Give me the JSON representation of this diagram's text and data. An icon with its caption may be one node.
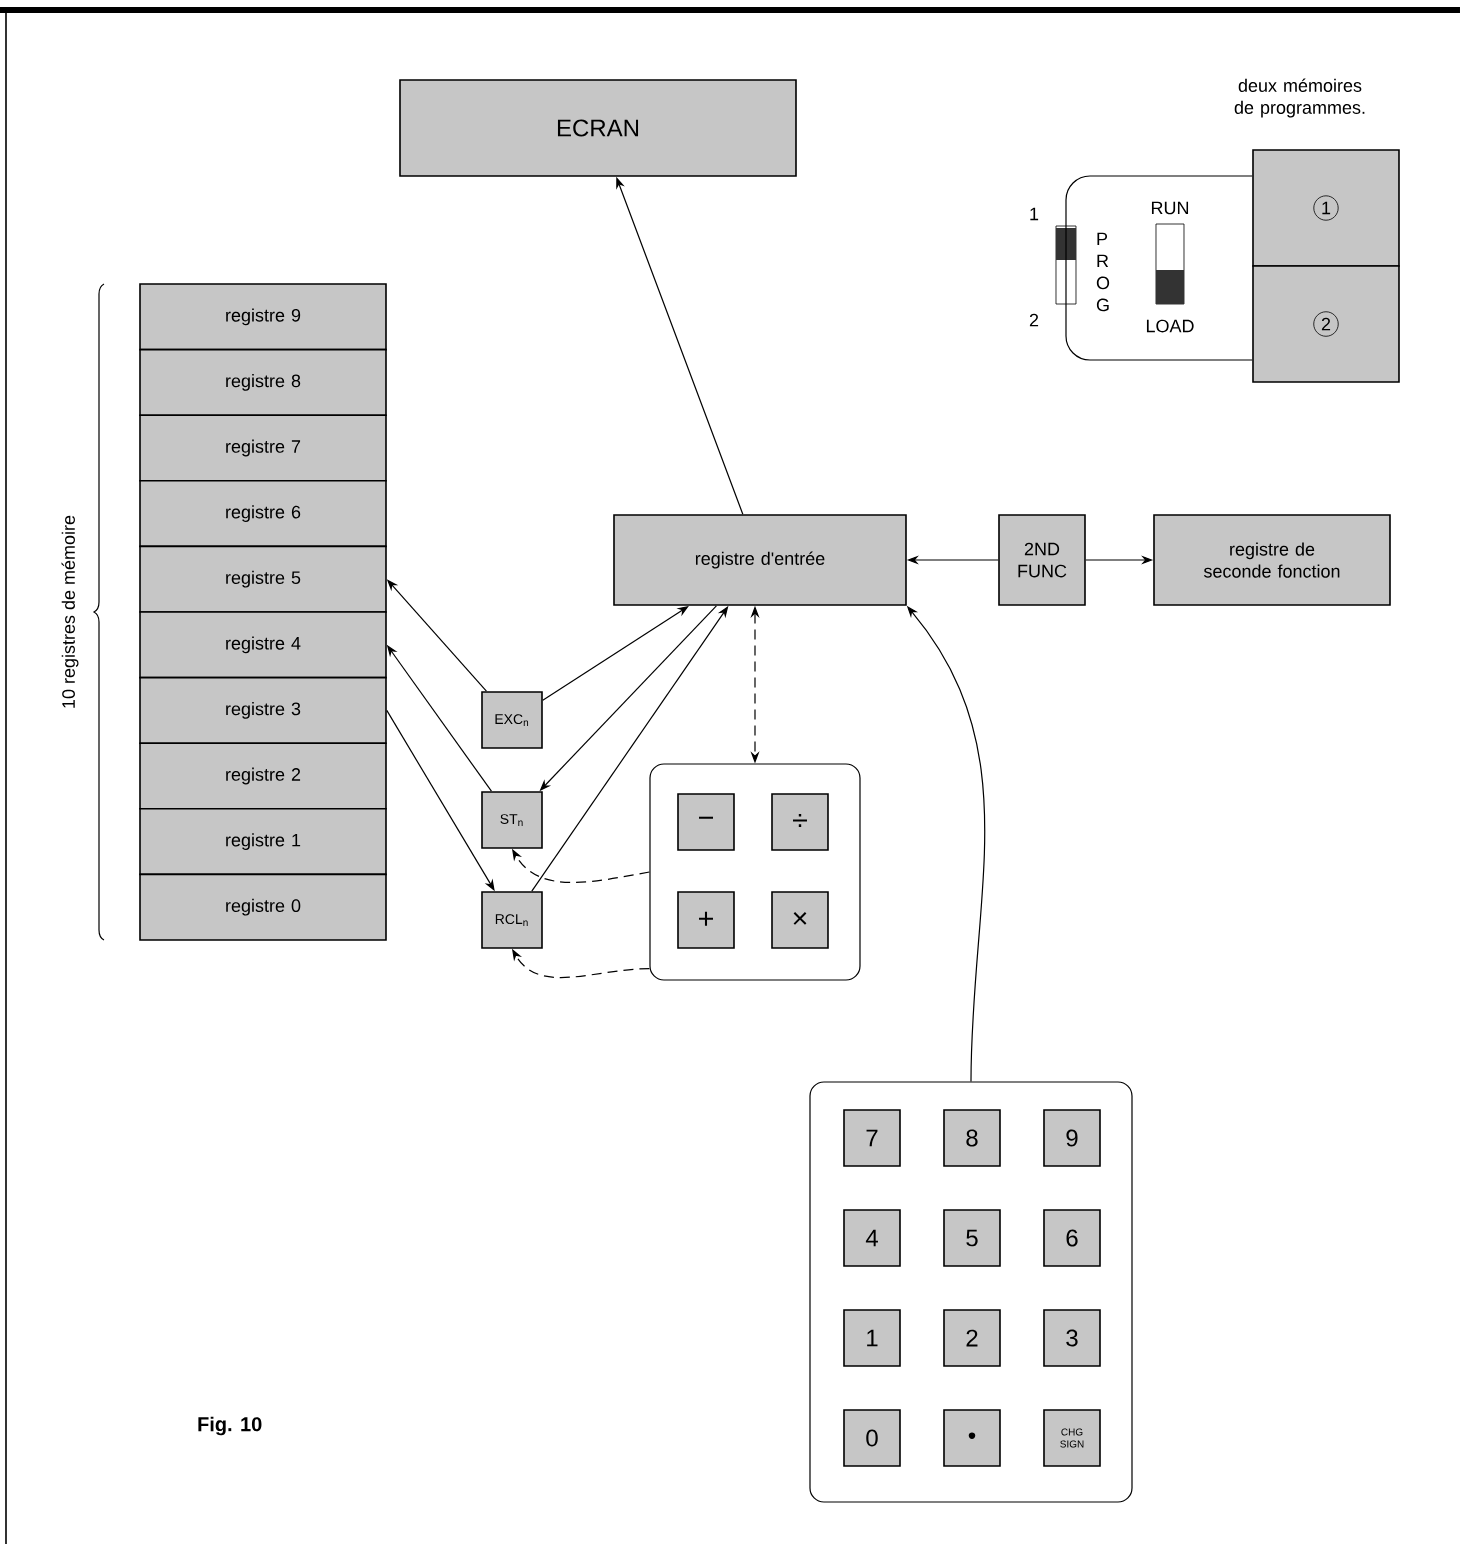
{
  "diagram": {
    "caption": "Fig. 10",
    "nodes": [
      {
        "text": [
          "ECRAN"
        ]
      },
      {
        "text": [
          "1"
        ]
      },
      {
        "text": [
          "2"
        ]
      },
      {
        "text": [
          "registre 9"
        ]
      },
      {
        "text": [
          "registre 8"
        ]
      },
      {
        "text": [
          "registre 7"
        ]
      },
      {
        "text": [
          "registre 6"
        ]
      },
      {
        "text": [
          "registre 5"
        ]
      },
      {
        "text": [
          "registre 4"
        ]
      },
      {
        "text": [
          "registre 3"
        ]
      },
      {
        "text": [
          "registre 2"
        ]
      },
      {
        "text": [
          "registre 1"
        ]
      },
      {
        "text": [
          "registre 0"
        ]
      },
      {
        "text": [
          "registre d'entrée"
        ]
      },
      {
        "text": [
          "2ND FUNC"
        ]
      },
      {
        "text": [
          "registre de seconde fonction"
        ]
      },
      {
        "text": [
          "EXC$_{n}$"
        ]
      },
      {
        "text": [
          "ST$_{n}$"
        ]
      },
      {
        "text": [
          "RCL$_{n}$"
        ]
      },
      {
        "text": [],
        "shape": "box"
      },
      {
        "text": [
          "−"
        ],
        "in": 19
      },
      {
        "text": [
          "÷"
        ],
        "in": 19
      },
      {
        "text": [
          "+"
        ],
        "in": 19
      },
      {
        "text": [
          "×"
        ],
        "in": 19
      },
      {
        "text": [],
        "shape": "box"
      },
      {
        "text": [
          "7"
        ],
        "in": 24
      },
      {
        "text": [
          "8"
        ],
        "in": 24
      },
      {
        "text": [
          "9"
        ],
        "in": 24
      },
      {
        "text": [
          "4"
        ],
        "in": 24
      },
      {
        "text": [
          "5"
        ],
        "in": 24
      },
      {
        "text": [
          "6"
        ],
        "in": 24
      },
      {
        "text": [
          "1"
        ],
        "in": 24
      },
      {
        "text": [
          "2"
        ],
        "in": 24
      },
      {
        "text": [
          "3"
        ],
        "in": 24
      },
      {
        "text": [
          "0"
        ],
        "in": 24
      },
      {
        "text": [
          "•"
        ],
        "in": 24
      },
      {
        "text": [
          "CHG SIGN"
        ],
        "in": 24
      }
    ],
    "edges": [
      {
        "from": 13,
        "to": 0,
        "arrow": "to"
      },
      {
        "from": 14,
        "to": 13,
        "arrow": "to"
      },
      {
        "from": 14,
        "to": 15,
        "arrow": "to"
      },
      {
        "from": 13,
        "to": 19,
        "arrow": "both",
        "style": "dashed"
      },
      {
        "from": 16,
        "to": 7,
        "arrow": "to"
      },
      {
        "from": 16,
        "to": 13,
        "arrow": "to"
      },
      {
        "from": 17,
        "to": 8,
        "arrow": "to"
      },
      {
        "from": 13,
        "to": 17,
        "arrow": "to"
      },
      {
        "from": 9,
        "to": 18,
        "arrow": "to"
      },
      {
        "from": 18,
        "to": 13,
        "arrow": "to"
      },
      {
        "from": 19,
        "to": 17,
        "arrow": "to",
        "style": "dashed"
      },
      {
        "from": 19,
        "to": 18,
        "arrow": "to",
        "style": "dashed"
      },
      {
        "from": 24,
        "to": 13,
        "arrow": "to"
      },
      {
        "from": 1,
        "to": 2,
        "arrow": "none"
      }
    ],
    "labels": [
      "deux mémoires de programmes.",
      "1",
      "P R O G",
      "2",
      "RUN",
      "LOAD",
      "10 registres de mémoire"
    ]
  }
}
